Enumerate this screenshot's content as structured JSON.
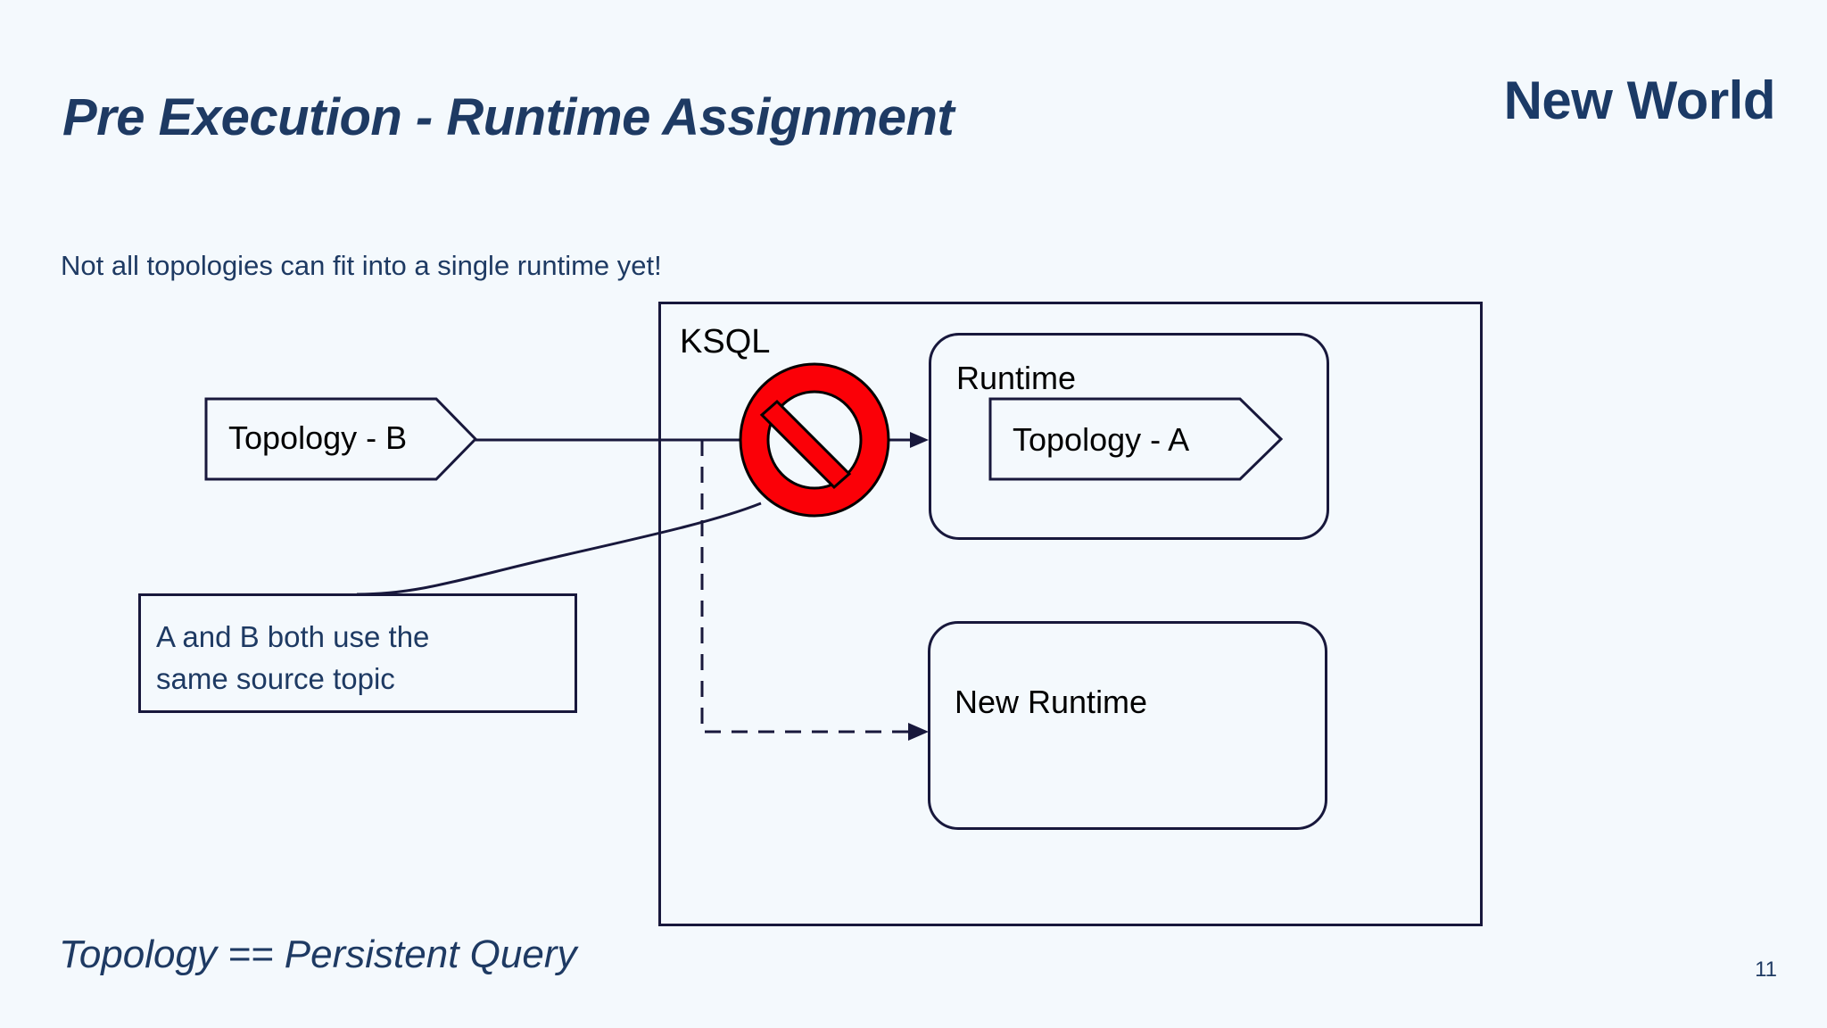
{
  "slide": {
    "title": "Pre Execution - Runtime Assignment",
    "deck_label": "New World",
    "subtitle": "Not all topologies can fit into a single runtime yet!",
    "footer_note": "Topology == Persistent Query",
    "page_number": "11"
  },
  "colors": {
    "background": "#f4f9fd",
    "navy_text": "#1e3a63",
    "diagram_stroke": "#18183c",
    "diagram_text": "#000000",
    "prohibition_red": "#fb0007"
  },
  "diagram": {
    "ksql_container": {
      "label": "KSQL"
    },
    "runtime_box": {
      "label": "Runtime",
      "topology": {
        "label": "Topology - A",
        "shape": "pentagon-arrow"
      }
    },
    "new_runtime_box": {
      "label": "New Runtime"
    },
    "topology_b": {
      "label": "Topology - B",
      "shape": "pentagon-arrow"
    },
    "callout": {
      "line_1": "A and B both use the",
      "line_2": "same source topic"
    },
    "icons": {
      "prohibition": "no-entry-icon"
    },
    "connectors": [
      {
        "name": "topology-b-to-runtime",
        "style": "solid",
        "arrowhead": true
      },
      {
        "name": "topology-b-to-new-runtime",
        "style": "dashed",
        "arrowhead": true
      },
      {
        "name": "callout-leader",
        "style": "solid-curve",
        "arrowhead": false
      }
    ]
  }
}
